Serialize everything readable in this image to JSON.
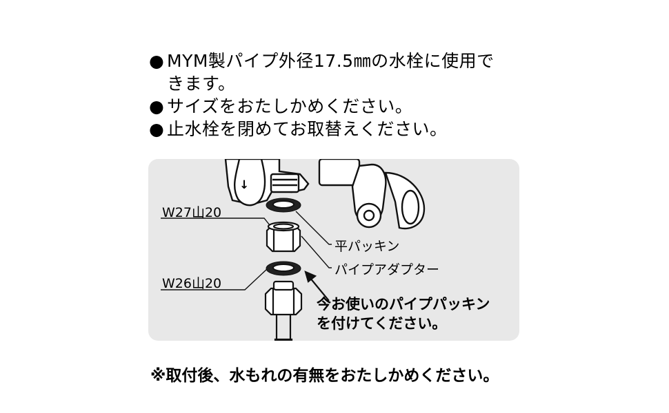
{
  "instructions": [
    {
      "mark": "●",
      "lines": [
        "MYM製パイプ外径17.5㎜の水栓に使用で",
        "きます。"
      ]
    },
    {
      "mark": "●",
      "lines": [
        "サイズをおたしかめください。"
      ]
    },
    {
      "mark": "●",
      "lines": [
        "止水栓を閉めてお取替えください。"
      ]
    }
  ],
  "diagram": {
    "label_w27": "W27山20",
    "label_w26": "W26山20",
    "label_flat_packing": "平パッキン",
    "label_pipe_adapter": "パイプアダプター",
    "callout_line1": "今お使いのパイプパッキン",
    "callout_line2": "を付けてください。",
    "flow_arrow_glyph": "↓"
  },
  "note": "※取付後、水もれの有無をおたしかめください。"
}
